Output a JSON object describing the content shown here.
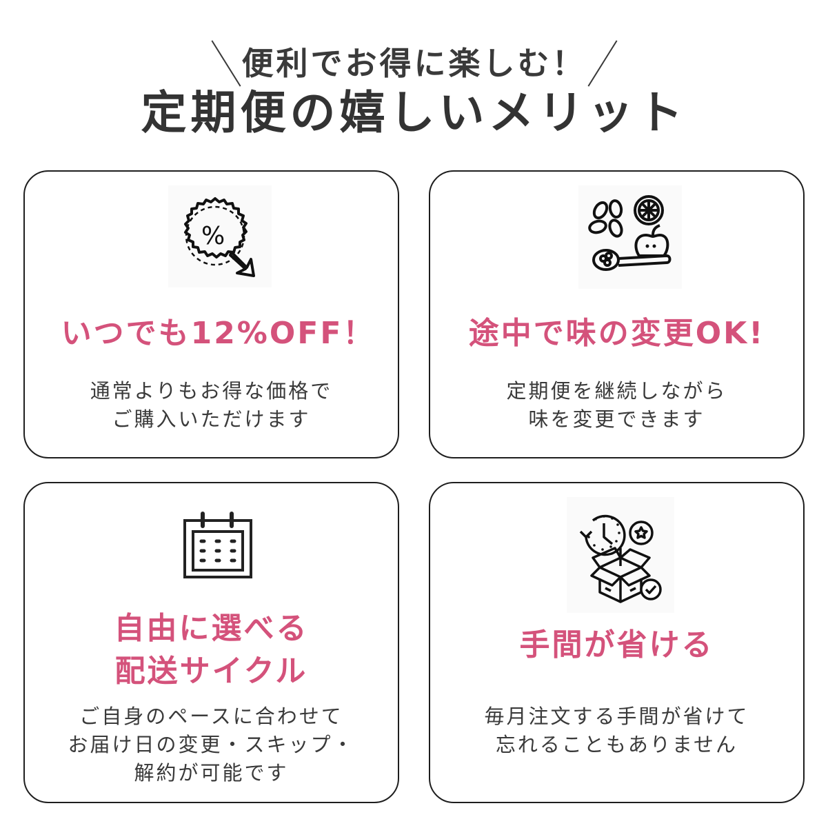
{
  "header": {
    "subtitle": "便利でお得に楽しむ！",
    "title": "定期便の嬉しいメリット"
  },
  "colors": {
    "accent": "#D4527B",
    "text": "#3a3a3a",
    "border": "#1e1e1e",
    "background": "#ffffff"
  },
  "cards": [
    {
      "icon": "discount-percent-icon",
      "title_lines": [
        "いつでも12%OFF！"
      ],
      "desc_lines": [
        "通常よりもお得な価格で",
        "ご購入いただけます"
      ]
    },
    {
      "icon": "flavors-food-icon",
      "title_lines": [
        "途中で味の変更OK!"
      ],
      "desc_lines": [
        "定期便を継続しながら",
        "味を変更できます"
      ]
    },
    {
      "icon": "calendar-icon",
      "title_lines": [
        "自由に選べる",
        "配送サイクル"
      ],
      "desc_lines": [
        "ご自身のペースに合わせて",
        "お届け日の変更・スキップ・",
        "解約が可能です"
      ]
    },
    {
      "icon": "delivery-box-clock-icon",
      "title_lines": [
        "手間が省ける"
      ],
      "desc_lines": [
        "毎月注文する手間が省けて",
        "忘れることもありません"
      ]
    }
  ]
}
